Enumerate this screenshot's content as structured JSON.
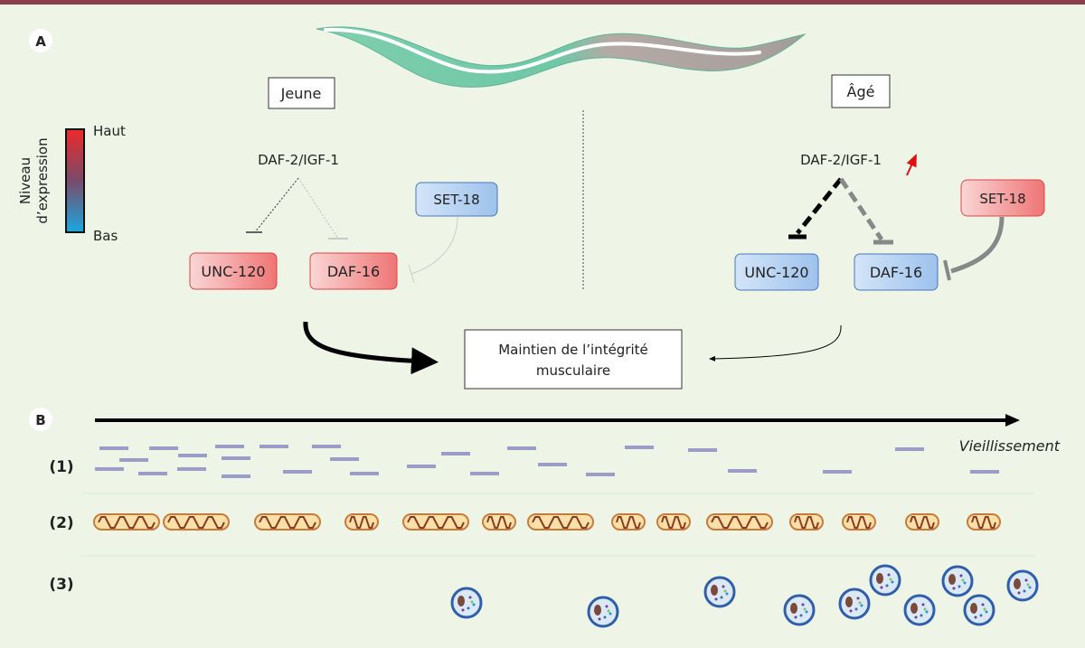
{
  "panel_a": {
    "label": "A",
    "young": {
      "title": "Jeune",
      "receptor": "DAF-2/IGF-1",
      "unc": "UNC-120",
      "daf16": "DAF-16",
      "set18": "SET-18"
    },
    "old": {
      "title": "Âgé",
      "receptor": "DAF-2/IGF-1",
      "unc": "UNC-120",
      "daf16": "DAF-16",
      "set18": "SET-18"
    },
    "outcome_line1": "Maintien de l’intégrité",
    "outcome_line2": "musculaire",
    "legend": {
      "title_line1": "Niveau",
      "title_line2": "d’expression",
      "high": "Haut",
      "low": "Bas",
      "high_color": "#ee2a2a",
      "low_color": "#1aa8e0"
    }
  },
  "panel_b": {
    "label": "B",
    "axis_label": "Vieillissement",
    "rows": [
      "(1)",
      "(2)",
      "(3)"
    ]
  },
  "colors": {
    "high": "#f07c7c",
    "low": "#a9c9ee",
    "filament": "#9c9cc8",
    "accent_top": "#8c3b4b"
  }
}
